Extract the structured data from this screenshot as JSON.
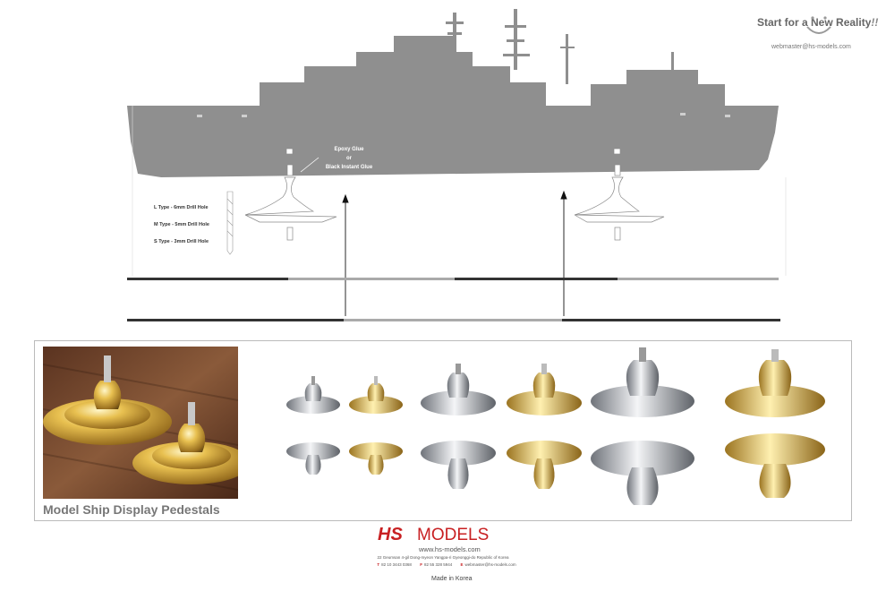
{
  "header": {
    "slogan_start": "Start for a ",
    "slogan_new": "New",
    "slogan_reality": " Reality",
    "slogan_marks": "!!",
    "email": "webmaster@hs-models.com"
  },
  "diagram": {
    "glue_line1": "Epoxy Glue",
    "glue_line2": "or",
    "glue_line3": "Black Instant Glue",
    "drill_l": "L Type - 6mm Drill Hole",
    "drill_m": "M Type - 5mm Drill Hole",
    "drill_s": "S Type - 3mm Drill Hole"
  },
  "showcase": {
    "caption": "Model Ship Display Pedestals"
  },
  "footer": {
    "brand_hs": "HS",
    "brand_models": "MODELS",
    "website": "www.hs-models.com",
    "address": "22 Geumsan 4-gil Dong-myeon Yangpa-ri Gyeonggi-do Republic of Korea",
    "tel_label": "T",
    "tel": "82 10 3443 0368",
    "fax_label": "F",
    "fax": "82 55 328 5944",
    "email_label": "E",
    "email": "webmaster@hs-models.com",
    "made_in": "Made in Korea"
  },
  "colors": {
    "hull": "#8f8f8f",
    "brand_red": "#c82022",
    "gold": "#d9b04a",
    "chrome": "#b9bcc2"
  }
}
